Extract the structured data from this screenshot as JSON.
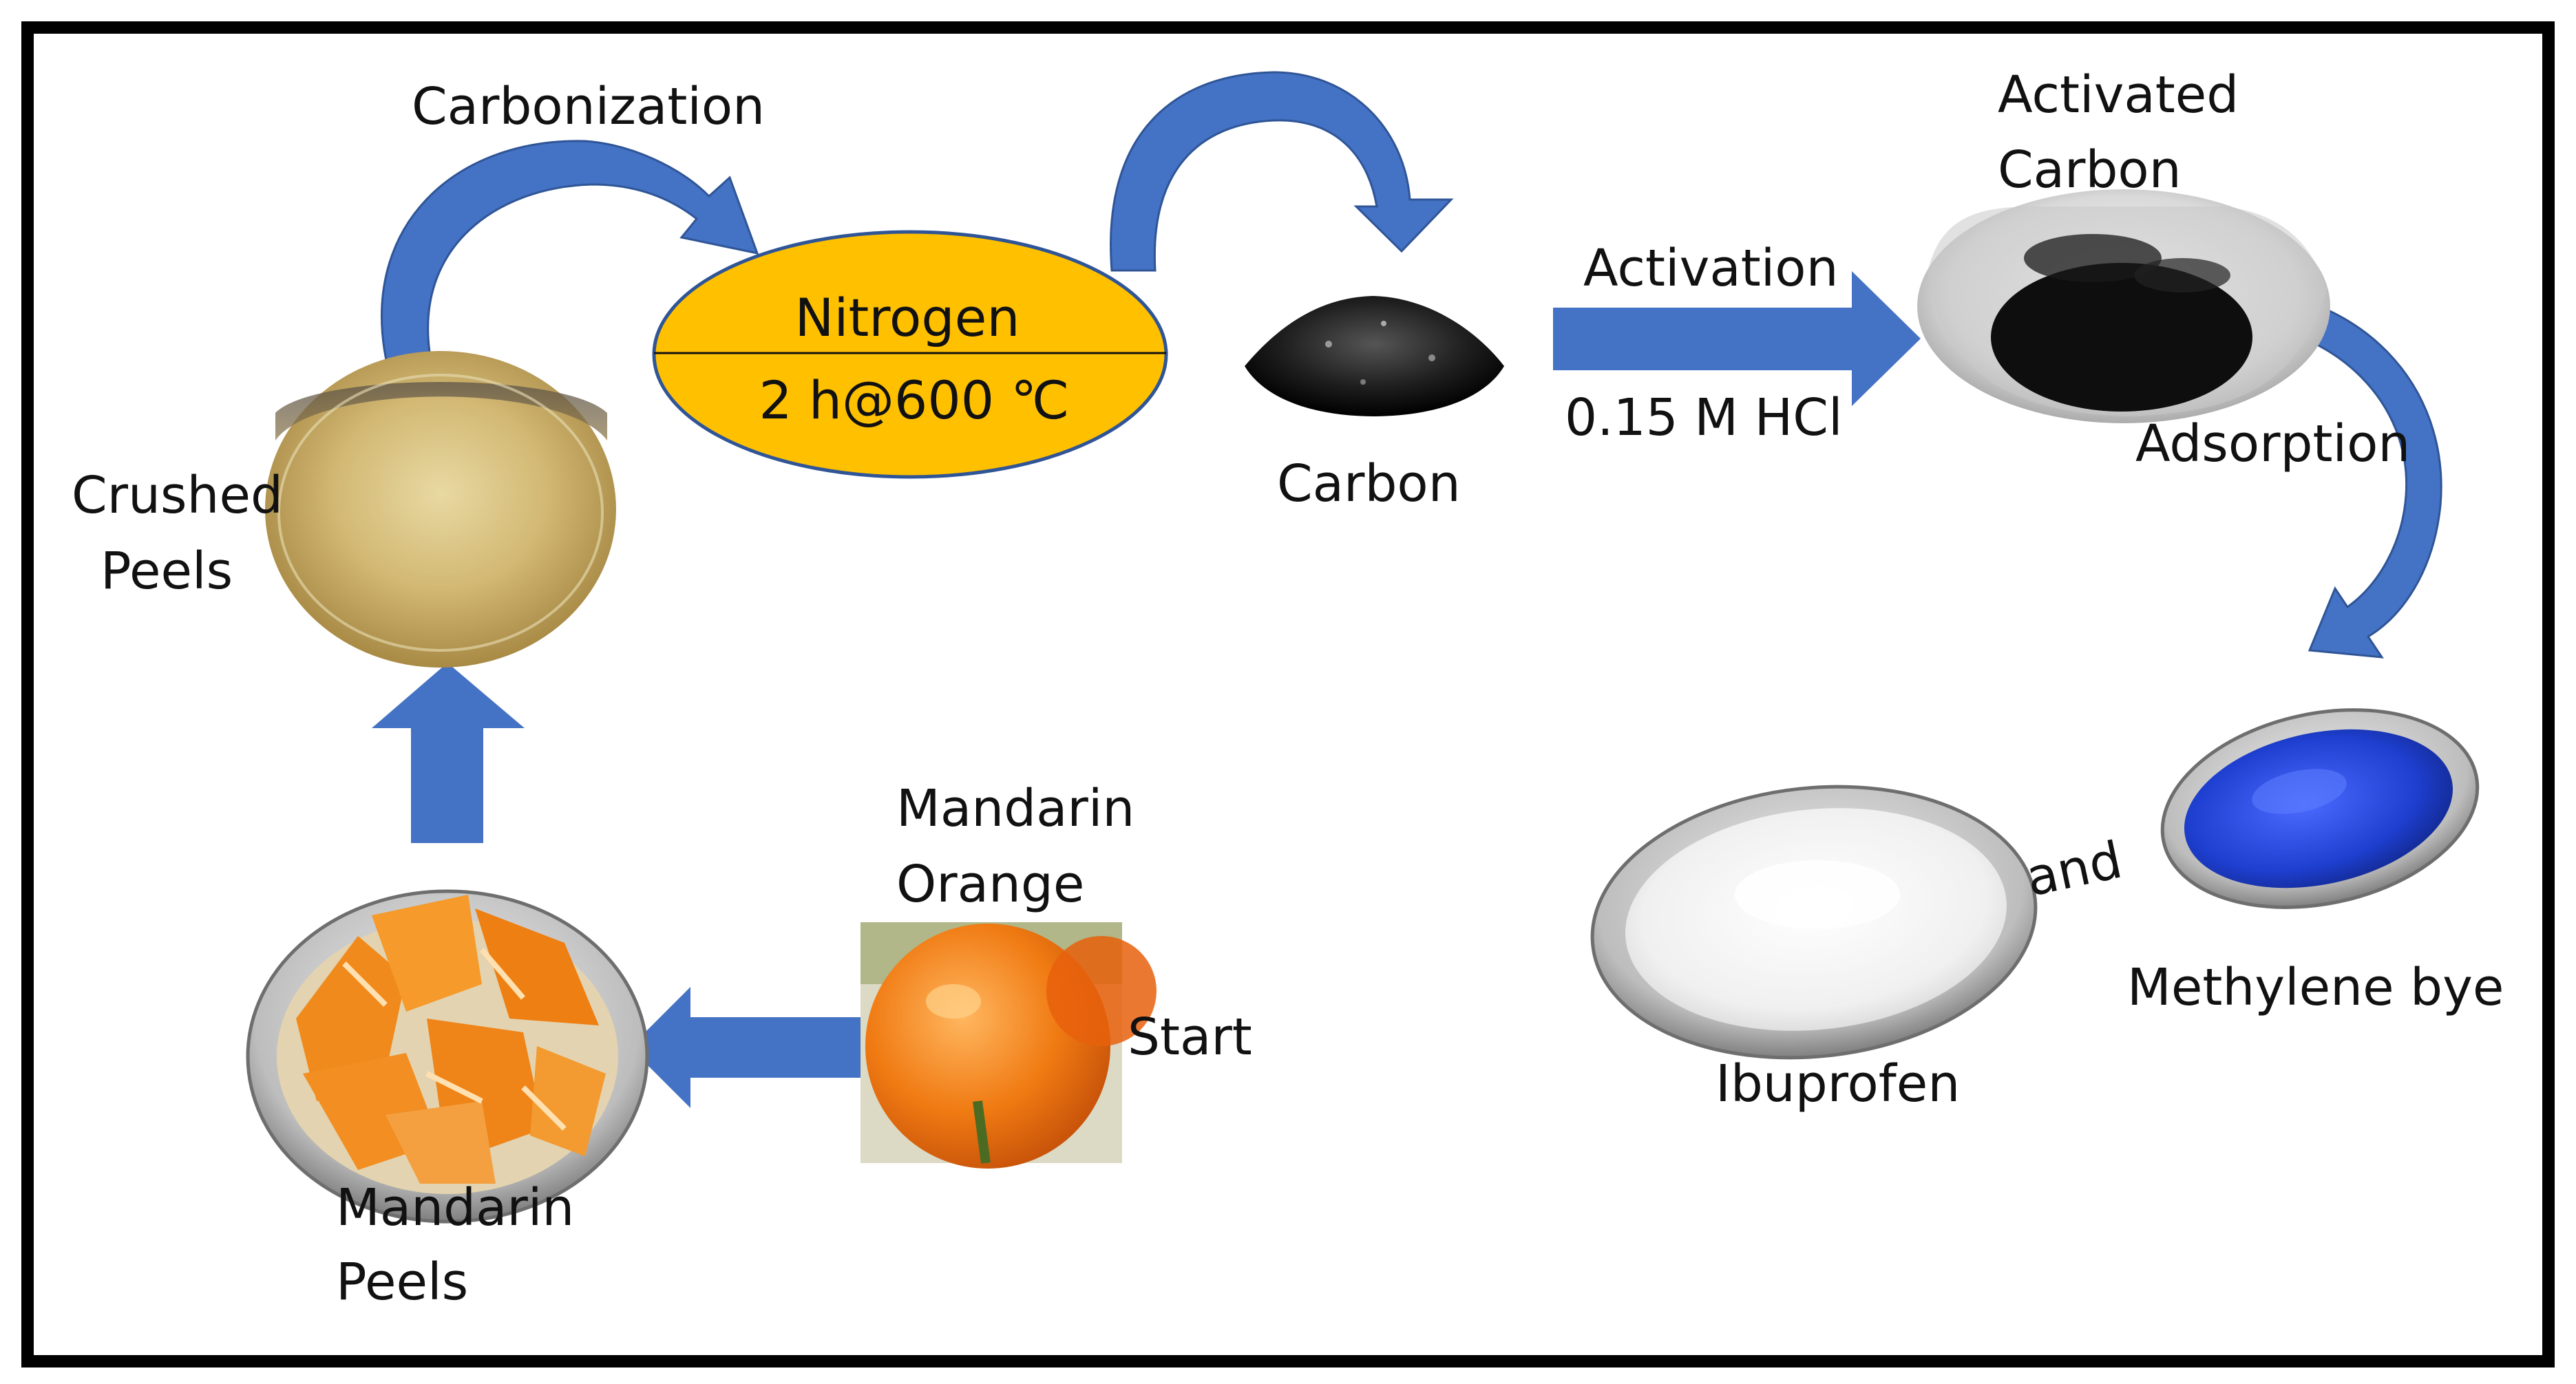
{
  "colors": {
    "frame": "#000000",
    "arrow": "#4472C4",
    "arrow_dark": "#2F5597",
    "oven_fill": "#FFC000",
    "oven_stroke": "#2F5597",
    "peel_orange": "#F08A1C",
    "crushed_tan": "#D9C27E",
    "carbon_black": "#1A1A1A",
    "dye_blue": "#1E3FD0",
    "ibuprofen_white": "#F4F4F4"
  },
  "process": {
    "start": {
      "name": "Mandarin Orange",
      "line1": "Mandarin",
      "line2": "Orange",
      "note": "Start",
      "icon": "orange-photo-icon"
    },
    "peels": {
      "line1": "Mandarin",
      "line2": "Peels",
      "icon": "orange-peels-dish-icon"
    },
    "crushed": {
      "line1": "Crushed",
      "line2": "Peels",
      "icon": "crushed-peels-bowl-icon"
    },
    "carbonization": {
      "label": "Carbonization"
    },
    "oven": {
      "gas": "Nitrogen",
      "condition": "2 h@600 ℃"
    },
    "carbon": {
      "label": "Carbon",
      "icon": "carbon-pile-icon"
    },
    "activation": {
      "label": "Activation",
      "reagent": "0.15 M HCl"
    },
    "activated_carbon": {
      "line1": "Activated",
      "line2": "Carbon",
      "icon": "activated-carbon-cup-icon"
    },
    "adsorption": {
      "label": "Adsorption"
    },
    "adsorbates": {
      "ibuprofen": {
        "label": "Ibuprofen",
        "icon": "ibuprofen-powder-dish-icon"
      },
      "connector": "and",
      "dye": {
        "label": "Methylene bye",
        "icon": "methylene-blue-dish-icon"
      }
    }
  }
}
